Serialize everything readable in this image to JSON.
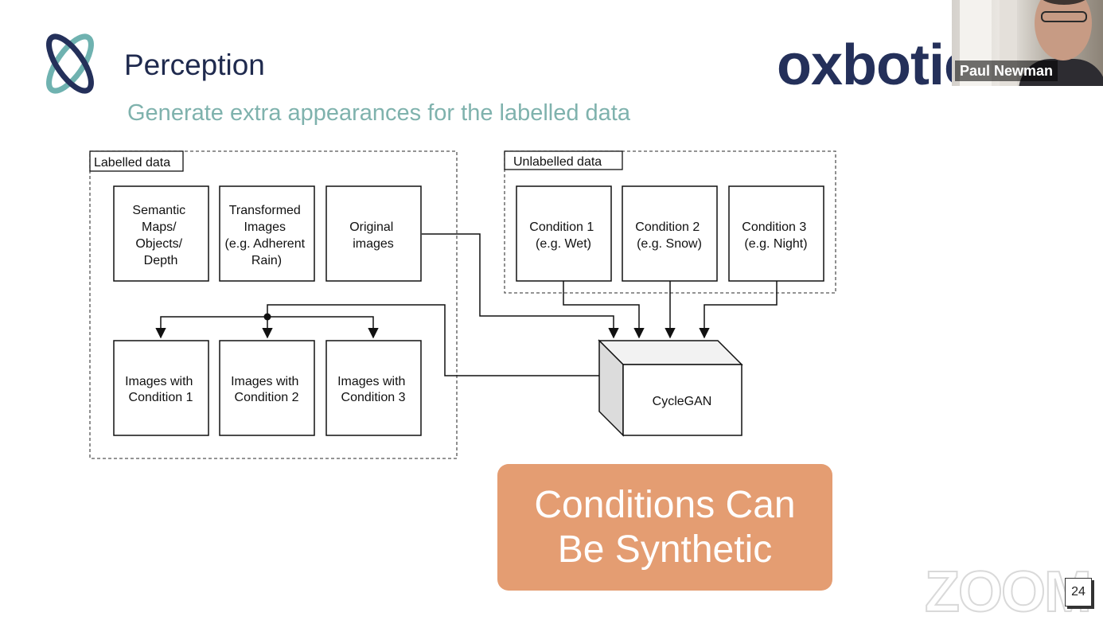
{
  "slide": {
    "title": "Perception",
    "subtitle": "Generate extra appearances for the labelled data",
    "brand": "oxbotica",
    "page_number": "24"
  },
  "webcam": {
    "participant_name": "Paul Newman"
  },
  "watermark": {
    "text": "ZOOM"
  },
  "diagram": {
    "labelled_group": "Labelled data",
    "unlabelled_group": "Unlabelled data",
    "semantic": [
      "Semantic",
      "Maps/",
      "Objects/",
      "Depth"
    ],
    "transformed": [
      "Transformed",
      "Images",
      "(e.g. Adherent",
      "Rain)"
    ],
    "original": [
      "Original",
      "images"
    ],
    "cond1": [
      "Condition 1",
      "(e.g. Wet)"
    ],
    "cond2": [
      "Condition 2",
      "(e.g. Snow)"
    ],
    "cond3": [
      "Condition 3",
      "(e.g. Night)"
    ],
    "out1": [
      "Images with",
      "Condition 1"
    ],
    "out2": [
      "Images with",
      "Condition 2"
    ],
    "out3": [
      "Images with",
      "Condition 3"
    ],
    "cyclegan": "CycleGAN"
  },
  "callout": {
    "line1": "Conditions Can",
    "line2": "Be Synthetic"
  },
  "colors": {
    "title": "#1f2a4e",
    "subtitle": "#7fb2ad",
    "brand": "#24305a",
    "callout": "#e49d72",
    "logo_teal": "#6fb2b0",
    "logo_navy": "#24305a"
  },
  "icons": {
    "logo": "orbit-logo-icon"
  }
}
